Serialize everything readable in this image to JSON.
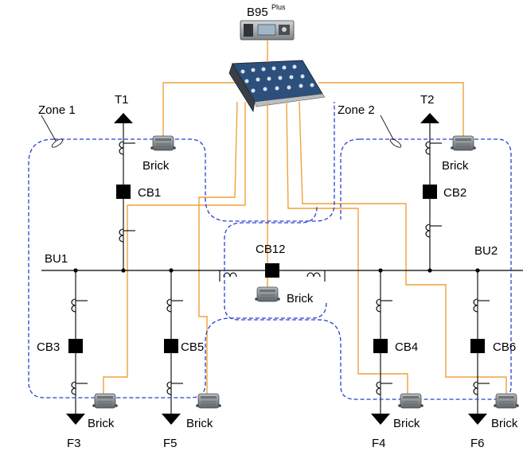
{
  "relay": {
    "name": "B95",
    "superscript": "Plus"
  },
  "zones": {
    "zone1": "Zone 1",
    "zone2": "Zone 2"
  },
  "transformers": {
    "t1": "T1",
    "t2": "T2"
  },
  "buses": {
    "bu1": "BU1",
    "bu2": "BU2"
  },
  "breakers": {
    "cb1": "CB1",
    "cb2": "CB2",
    "cb3": "CB3",
    "cb4": "CB4",
    "cb5": "CB5",
    "cb6": "CB6",
    "cb12": "CB12"
  },
  "feeders": {
    "f3": "F3",
    "f4": "F4",
    "f5": "F5",
    "f6": "F6"
  },
  "brick_label": "Brick",
  "colors": {
    "fiber": "#f0a13a",
    "zone": "#2a3fd1",
    "breaker": "#000000",
    "brick": "#8a8f94"
  }
}
